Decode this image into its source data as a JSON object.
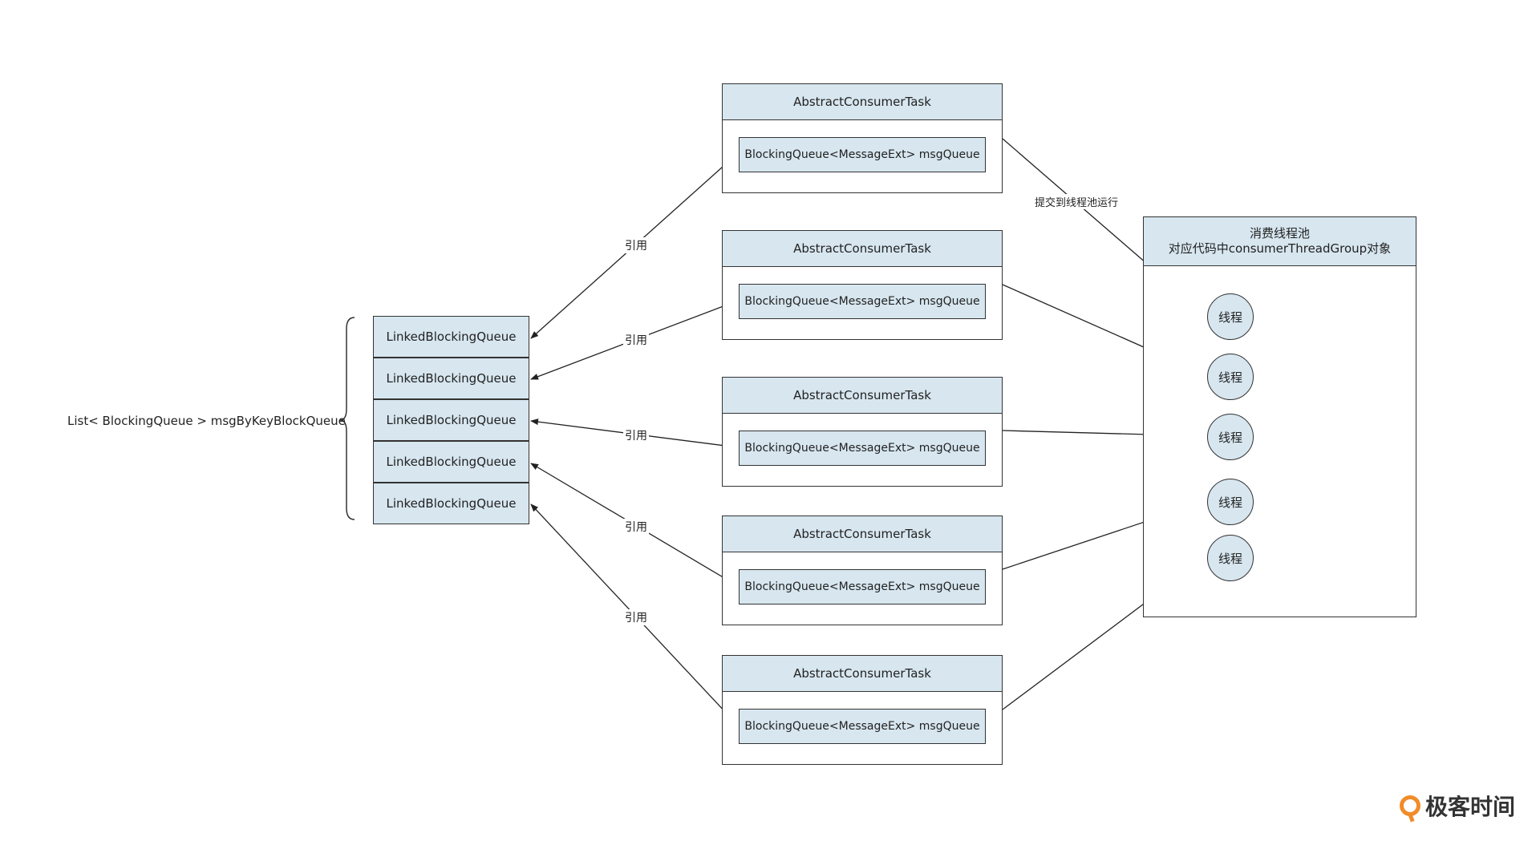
{
  "list_label": "List< BlockingQueue > msgByKeyBlockQueue",
  "queues": [
    {
      "label": "LinkedBlockingQueue"
    },
    {
      "label": "LinkedBlockingQueue"
    },
    {
      "label": "LinkedBlockingQueue"
    },
    {
      "label": "LinkedBlockingQueue"
    },
    {
      "label": "LinkedBlockingQueue"
    }
  ],
  "tasks": [
    {
      "title": "AbstractConsumerTask",
      "field": "BlockingQueue<MessageExt> msgQueue"
    },
    {
      "title": "AbstractConsumerTask",
      "field": "BlockingQueue<MessageExt> msgQueue"
    },
    {
      "title": "AbstractConsumerTask",
      "field": "BlockingQueue<MessageExt> msgQueue"
    },
    {
      "title": "AbstractConsumerTask",
      "field": "BlockingQueue<MessageExt> msgQueue"
    },
    {
      "title": "AbstractConsumerTask",
      "field": "BlockingQueue<MessageExt> msgQueue"
    }
  ],
  "reference_labels": [
    "引用",
    "引用",
    "引用",
    "引用",
    "引用"
  ],
  "submit_label": "提交到线程池运行",
  "pool": {
    "title_line1": "消费线程池",
    "title_line2": "对应代码中consumerThreadGroup对象"
  },
  "threads": [
    {
      "label": "线程"
    },
    {
      "label": "线程"
    },
    {
      "label": "线程"
    },
    {
      "label": "线程"
    },
    {
      "label": "线程"
    }
  ],
  "logo_text": "极客时间",
  "colors": {
    "box_fill": "#d7e6ef",
    "stroke": "#333333",
    "logo_accent": "#f08c2a"
  }
}
